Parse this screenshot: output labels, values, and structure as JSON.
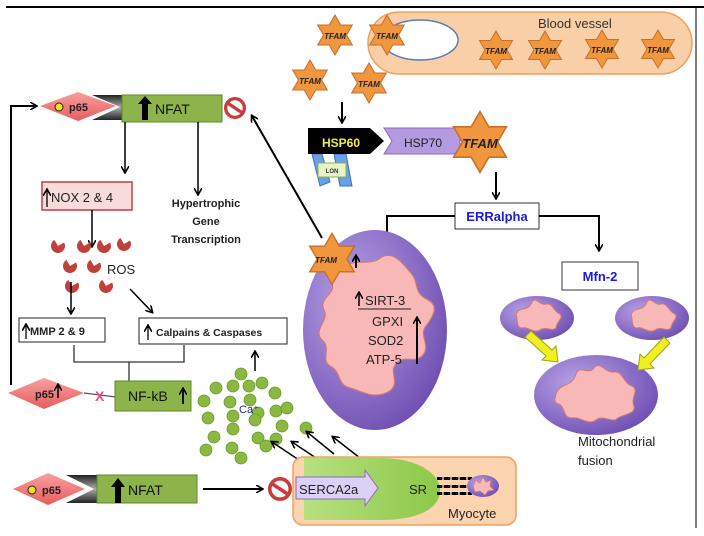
{
  "title": "TFAM mitochondrial signaling pathway in cardiomyocyte",
  "colors": {
    "tfam_star": "#f0963c",
    "nfat_box": "#8db44a",
    "p65_diamond": "#f07070",
    "mito_outer": "#8a6cc4",
    "mito_inner": "#f8b8b8",
    "ros": "#c0403c",
    "calcium": "#8ab840",
    "blue_text": "#1a1ae6",
    "blood_vessel": "#f8c8a0",
    "myocyte": "#fcd4b0",
    "inhibit": "#c83c3c"
  },
  "blood_vessel": {
    "label": "Blood vessel",
    "tfam_labels": [
      "TFAM",
      "TFAM",
      "TFAM",
      "TFAM"
    ]
  },
  "free_tfam": [
    "TFAM",
    "TFAM",
    "TFAM",
    "TFAM"
  ],
  "chaperone_complex": {
    "hsp60": "HSP60",
    "hsp70": "HSP70",
    "tfam": "TFAM",
    "lon": "LON"
  },
  "erralpha": "ERRalpha",
  "mfn2": "Mfn-2",
  "mitochondrion": {
    "tfam": "TFAM",
    "sirt3": "SIRT-3",
    "gpxi": "GPXI",
    "sod2": "SOD2",
    "atp5": "ATP-5"
  },
  "fusion_label": [
    "Mitochondrial",
    "fusion"
  ],
  "top_complex": {
    "p65": "p65",
    "nfat": "NFAT"
  },
  "nox": "NOX 2 & 4",
  "hypertrophic": [
    "Hypertrophic",
    "Gene",
    "Transcription"
  ],
  "ros": "ROS",
  "mmp": "MMP 2 & 9",
  "calpains": "Calpains & Caspases",
  "nfkb": {
    "p65": "p65",
    "nfkb": "NF-kB"
  },
  "calcium": "Ca⁺",
  "bottom_complex": {
    "p65": "p65",
    "nfat": "NFAT"
  },
  "myocyte": {
    "serca": "SERCA2a",
    "sr": "SR",
    "label": "Myocyte"
  },
  "up_arrow": "↑"
}
